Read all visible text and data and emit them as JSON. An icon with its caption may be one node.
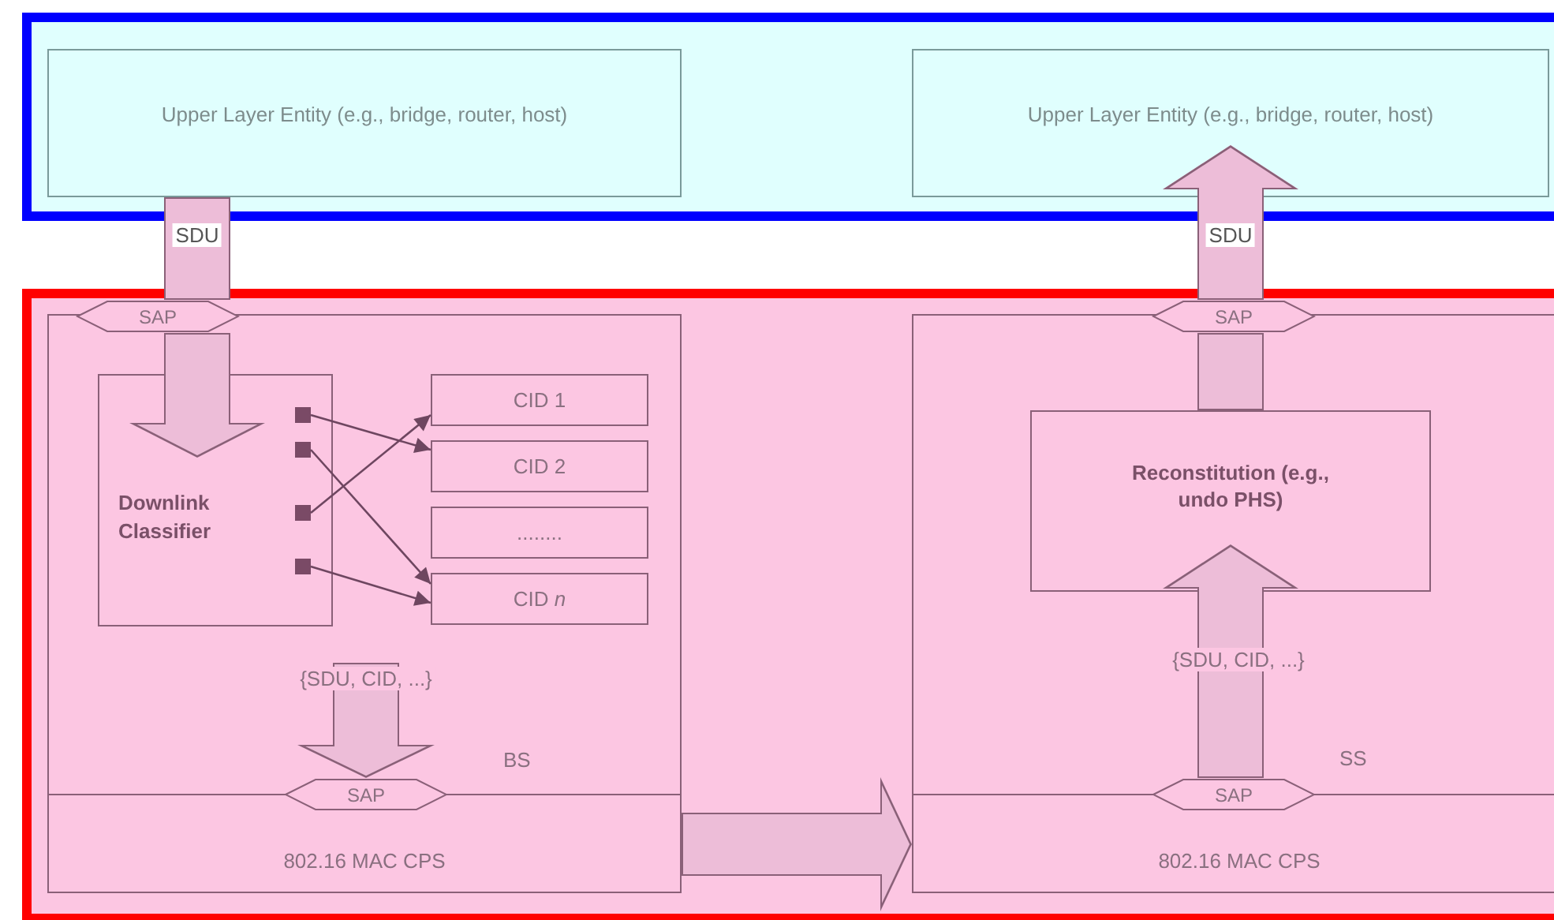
{
  "diagram": {
    "nodes": [
      {
        "text": [],
        "shape": "box"
      },
      {
        "text": [
          "Upper Layer Entity (e.g., bridge, router, host)"
        ],
        "in": 0
      },
      {
        "text": [
          "Upper Layer Entity (e.g., bridge, router, host)"
        ],
        "in": 0
      },
      {
        "text": [],
        "shape": "box"
      },
      {
        "text": [
          "BS"
        ],
        "in": 3
      },
      {
        "text": [
          "SAP"
        ],
        "in": 3
      },
      {
        "text": [
          "Downlink Classifier"
        ],
        "in": 4
      },
      {
        "text": [
          "CID 1"
        ],
        "in": 4
      },
      {
        "text": [
          "CID 2"
        ],
        "in": 4
      },
      {
        "text": [
          "........"
        ],
        "in": 4
      },
      {
        "text": [
          "CID *n*"
        ],
        "in": 4
      },
      {
        "text": [
          "SAP"
        ],
        "in": 4
      },
      {
        "text": [
          "802.16 MAC CPS"
        ],
        "in": 4
      },
      {
        "text": [
          "SS"
        ],
        "in": 3
      },
      {
        "text": [
          "SAP"
        ],
        "in": 3
      },
      {
        "text": [
          "Reconstitution (e.g., undo PHS)"
        ],
        "in": 13
      },
      {
        "text": [
          "SAP"
        ],
        "in": 13
      },
      {
        "text": [
          "802.16 MAC CPS"
        ],
        "in": 13
      },
      {
        "text": [],
        "shape": "box",
        "in": 6
      },
      {
        "text": [],
        "shape": "box",
        "in": 6
      },
      {
        "text": [],
        "shape": "box",
        "in": 6
      },
      {
        "text": [],
        "shape": "box",
        "in": 6
      }
    ],
    "edges": [
      {
        "from": 1,
        "to": 5,
        "arrow": "none",
        "label": "SDU"
      },
      {
        "from": 5,
        "to": 6,
        "arrow": "to"
      },
      {
        "from": 18,
        "to": 8,
        "arrow": "to",
        "color": "#6e4660"
      },
      {
        "from": 19,
        "to": 10,
        "arrow": "to",
        "color": "#6e4660"
      },
      {
        "from": 20,
        "to": 7,
        "arrow": "to",
        "color": "#6e4660"
      },
      {
        "from": 21,
        "to": 10,
        "arrow": "to",
        "color": "#6e4660"
      },
      {
        "from": null,
        "to": 11,
        "arrow": "to",
        "label": "{SDU, CID, ...}"
      },
      {
        "from": 12,
        "to": 17,
        "arrow": "to"
      },
      {
        "from": 16,
        "to": 15,
        "arrow": "to",
        "label": "{SDU, CID, ...}"
      },
      {
        "from": 15,
        "to": 14,
        "arrow": "none"
      },
      {
        "from": 14,
        "to": 2,
        "arrow": "to",
        "label": "SDU"
      }
    ]
  }
}
